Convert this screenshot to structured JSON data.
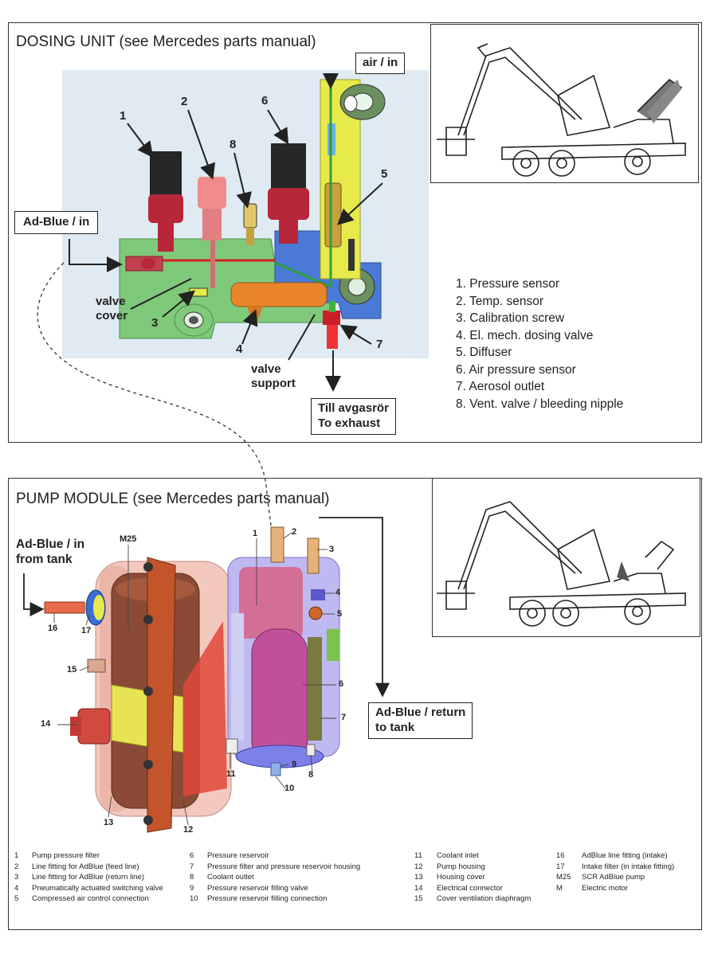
{
  "dosing": {
    "title": "DOSING UNIT  (see Mercedes parts manual)",
    "air_in": "air / in",
    "adblue_in": "Ad-Blue / in",
    "valve_cover": "valve\ncover",
    "valve_support": "valve\nsupport",
    "exhaust": "Till avgasrör\nTo exhaust",
    "callouts": [
      "1",
      "2",
      "8",
      "6",
      "5",
      "3",
      "4",
      "7"
    ],
    "list": [
      "1. Pressure sensor",
      "2. Temp. sensor",
      "3. Calibration screw",
      "4. El. mech. dosing valve",
      "5. Diffuser",
      "6. Air pressure sensor",
      "7. Aerosol outlet",
      "8. Vent. valve / bleeding nipple"
    ]
  },
  "pump": {
    "title": "PUMP MODULE  (see Mercedes parts manual)",
    "adblue_in": "Ad-Blue / in\nfrom tank",
    "adblue_return": "Ad-Blue / return\nto tank",
    "m25": "M25",
    "callouts": [
      "1",
      "2",
      "3",
      "4",
      "5",
      "6",
      "7",
      "8",
      "9",
      "10",
      "11",
      "12",
      "13",
      "14",
      "15",
      "16",
      "17"
    ],
    "legend_col1": [
      {
        "k": "1",
        "t": "Pump pressure filter"
      },
      {
        "k": "2",
        "t": "Line fitting for AdBlue (feed line)"
      },
      {
        "k": "3",
        "t": "Line fitting for AdBlue (return line)"
      },
      {
        "k": "4",
        "t": "Pneumatically actuated switching valve"
      },
      {
        "k": "5",
        "t": "Compressed air control connection"
      }
    ],
    "legend_col2": [
      {
        "k": "6",
        "t": "Pressure reservoir"
      },
      {
        "k": "7",
        "t": "Pressure filter and pressure reservoir housing"
      },
      {
        "k": "8",
        "t": "Coolant outlet"
      },
      {
        "k": "9",
        "t": "Pressure reservoir filling valve"
      },
      {
        "k": "10",
        "t": "Pressure reservoir filling connection"
      }
    ],
    "legend_col3": [
      {
        "k": "11",
        "t": "Coolant inlet"
      },
      {
        "k": "12",
        "t": "Pump housing"
      },
      {
        "k": "13",
        "t": "Housing cover"
      },
      {
        "k": "14",
        "t": "Electrical connector"
      },
      {
        "k": "15",
        "t": "Cover ventilation diaphragm"
      }
    ],
    "legend_col4": [
      {
        "k": "16",
        "t": "AdBlue line fitting (intake)"
      },
      {
        "k": "17",
        "t": "Intake filter (in intake fitting)"
      },
      {
        "k": "M25",
        "t": "SCR AdBlue pump"
      },
      {
        "k": "M",
        "t": "Electric motor"
      }
    ]
  },
  "colors": {
    "body_green": "#7fc97a",
    "housing_blue": "#4a79d6",
    "yellow": "#e6ea4a",
    "sensor_red": "#b8263a",
    "pump_pink": "#e9a99b",
    "reservoir_magenta": "#c0509a"
  }
}
